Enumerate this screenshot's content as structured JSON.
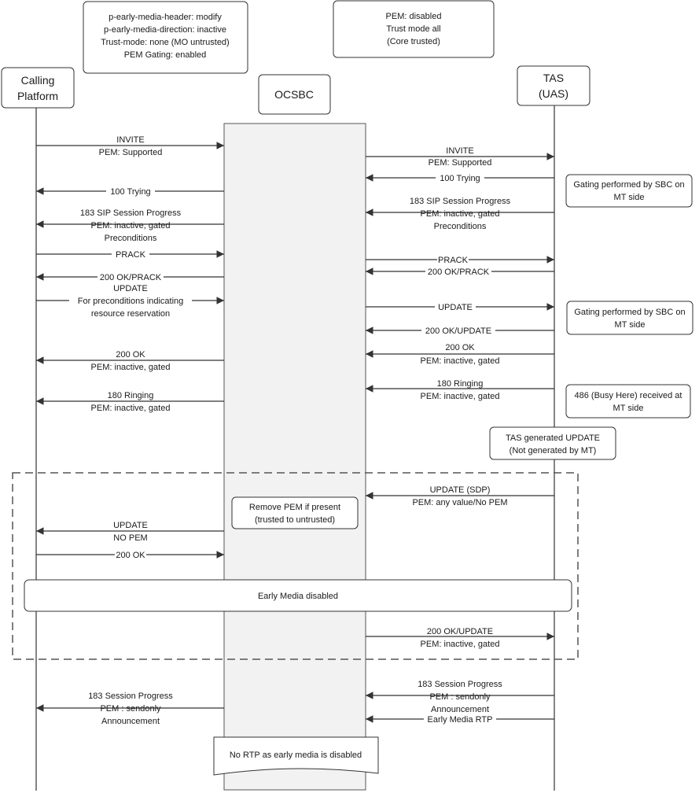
{
  "participants": {
    "calling_platform": [
      "Calling",
      "Platform"
    ],
    "ocsbc": [
      "OCSBC"
    ],
    "tas": [
      "TAS",
      "(UAS)"
    ]
  },
  "notes": {
    "mo_config": [
      "p-early-media-header: modify",
      "p-early-media-direction: inactive",
      "Trust-mode: none (MO untrusted)",
      "PEM Gating: enabled"
    ],
    "core_config": [
      "PEM: disabled",
      "Trust mode all",
      "(Core trusted)"
    ],
    "gating_1": [
      "Gating performed by SBC on",
      "MT side"
    ],
    "gating_2": [
      "Gating performed by SBC on",
      "MT side"
    ],
    "busy_here": [
      "486 (Busy Here) received at",
      "MT side"
    ],
    "tas_update": [
      "TAS generated UPDATE",
      "(Not generated by MT)"
    ],
    "remove_pem": [
      "Remove PEM if present",
      "(trusted to untrusted)"
    ],
    "early_media_disabled": [
      "Early Media disabled"
    ],
    "no_rtp": [
      "No RTP as early media is disabled"
    ]
  },
  "messages": {
    "m01": [
      "INVITE",
      "PEM: Supported"
    ],
    "m02": [
      "INVITE",
      "PEM: Supported"
    ],
    "m03": [
      "100 Trying"
    ],
    "m04": [
      "100 Trying"
    ],
    "m05": [
      "183 SIP Session Progress",
      "PEM: inactive, gated",
      "Preconditions"
    ],
    "m06": [
      "183 SIP Session Progress",
      "PEM: inactive, gated",
      "Preconditions"
    ],
    "m07": [
      "PRACK"
    ],
    "m08": [
      "PRACK"
    ],
    "m09": [
      "200 OK/PRACK"
    ],
    "m10": [
      "200 OK/PRACK"
    ],
    "m11": [
      "UPDATE",
      "For preconditions indicating",
      "resource reservation"
    ],
    "m12": [
      "UPDATE"
    ],
    "m13": [
      "200 OK/UPDATE"
    ],
    "m14": [
      "200 OK",
      "PEM: inactive, gated"
    ],
    "m15": [
      "200 OK",
      "PEM: inactive, gated"
    ],
    "m16": [
      "180 Ringing",
      "PEM: inactive, gated"
    ],
    "m17": [
      "180 Ringing",
      "PEM: inactive, gated"
    ],
    "m18": [
      "UPDATE (SDP)",
      "PEM: any value/No PEM"
    ],
    "m19": [
      "UPDATE",
      "NO PEM"
    ],
    "m20": [
      "200 OK"
    ],
    "m21": [
      "200 OK/UPDATE",
      "PEM: inactive, gated"
    ],
    "m22": [
      "183 Session Progress",
      "PEM : sendonly",
      "Announcement"
    ],
    "m23": [
      "Early Media RTP"
    ],
    "m24": [
      "183 Session Progress",
      "PEM : sendonly",
      "Announcement"
    ]
  }
}
